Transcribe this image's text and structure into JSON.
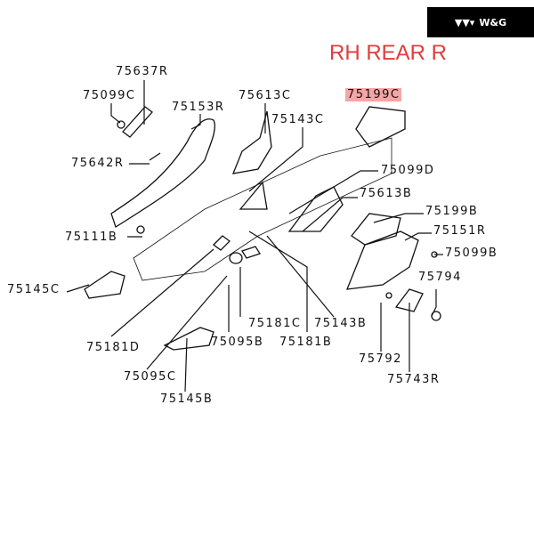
{
  "logo": {
    "text": "W&G",
    "icon": "triangles-logo-icon"
  },
  "title": "RH REAR R",
  "highlight_color": "#f4a6a6",
  "title_color": "#e03c3c",
  "labels": {
    "p75637R": "75637R",
    "p75099C": "75099C",
    "p75153R": "75153R",
    "p75613C": "75613C",
    "p75143C": "75143C",
    "p75199C": "75199C",
    "p75642R": "75642R",
    "p75099D": "75099D",
    "p75613B": "75613B",
    "p75199B": "75199B",
    "p75111B": "75111B",
    "p75151R": "75151R",
    "p75099B": "75099B",
    "p75145C": "75145C",
    "p75794": "75794",
    "p75181D": "75181D",
    "p75181C": "75181C",
    "p75143B": "75143B",
    "p75095B": "75095B",
    "p75181B": "75181B",
    "p75792": "75792",
    "p75095C": "75095C",
    "p75743R": "75743R",
    "p75145B": "75145B"
  }
}
